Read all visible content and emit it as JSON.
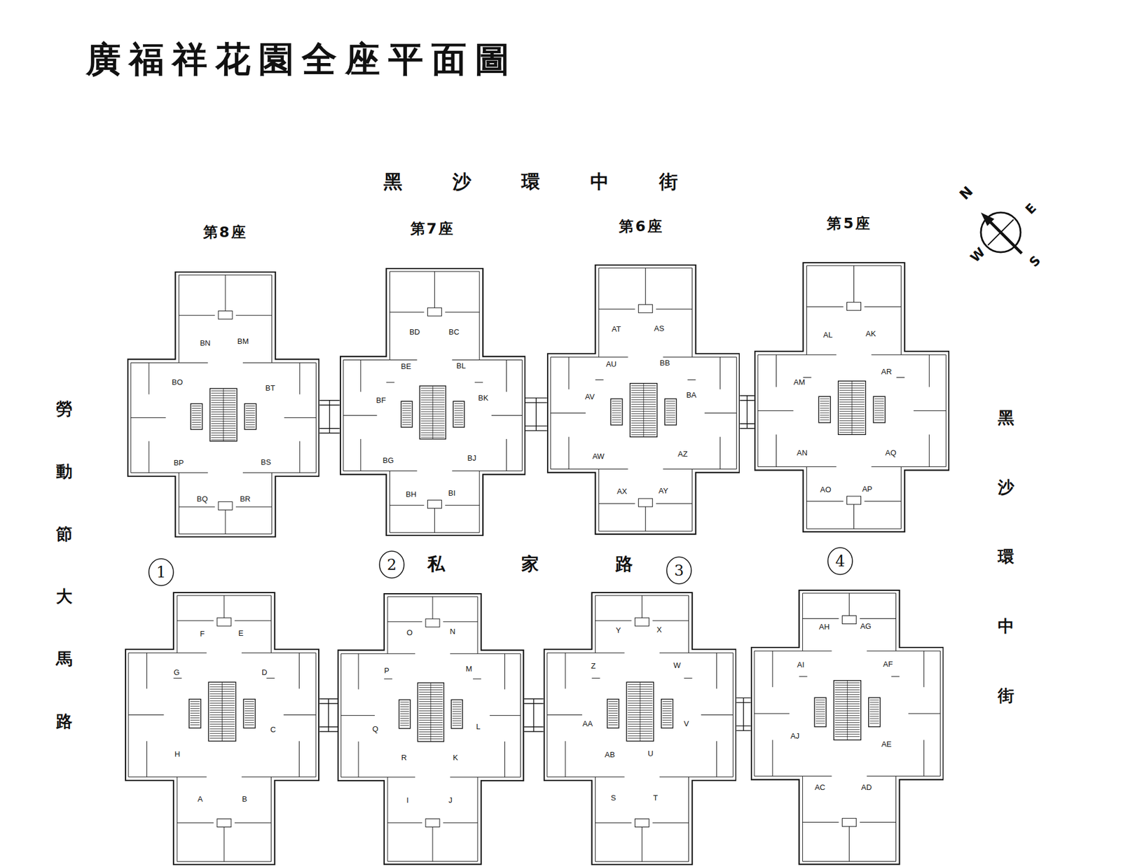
{
  "diagram": {
    "title": "廣福祥花園全座平面圖",
    "nodes": [
      {
        "text": [
          "第8座",
          "BN",
          "BM",
          "BO",
          "BT",
          "BP",
          "BS",
          "BQ",
          "BR"
        ]
      },
      {
        "text": [
          "第7座",
          "BD",
          "BC",
          "BE",
          "BL",
          "BF",
          "BK",
          "BG",
          "BJ",
          "BH",
          "BI"
        ]
      },
      {
        "text": [
          "第6座",
          "AT",
          "AS",
          "AU",
          "BB",
          "AV",
          "BA",
          "AW",
          "AZ",
          "AX",
          "AY"
        ]
      },
      {
        "text": [
          "第5座",
          "AL",
          "AK",
          "AM",
          "AR",
          "AN",
          "AQ",
          "AO",
          "AP"
        ]
      },
      {
        "text": [
          "F",
          "E",
          "G",
          "D",
          "C",
          "H",
          "A",
          "B"
        ]
      },
      {
        "text": [
          "O",
          "N",
          "P",
          "M",
          "Q",
          "L",
          "R",
          "K",
          "I",
          "J"
        ]
      },
      {
        "text": [
          "Y",
          "X",
          "Z",
          "W",
          "AA",
          "V",
          "AB",
          "U",
          "S",
          "T"
        ]
      },
      {
        "text": [
          "AH",
          "AG",
          "AI",
          "AF",
          "AJ",
          "AE",
          "AC",
          "AD"
        ]
      }
    ],
    "edges": [
      {
        "from": 0,
        "to": 1,
        "arrow": "none"
      },
      {
        "from": 1,
        "to": 2,
        "arrow": "none"
      },
      {
        "from": 2,
        "to": 3,
        "arrow": "none"
      },
      {
        "from": 4,
        "to": 5,
        "arrow": "none"
      },
      {
        "from": 5,
        "to": 6,
        "arrow": "none"
      },
      {
        "from": 6,
        "to": 7,
        "arrow": "none"
      }
    ],
    "labels": [
      "黑沙環中街",
      "N",
      "E",
      "W",
      "S",
      "勞動節大馬路",
      "黑沙環中街",
      "1",
      "2",
      "私家路",
      "3",
      "4"
    ]
  }
}
